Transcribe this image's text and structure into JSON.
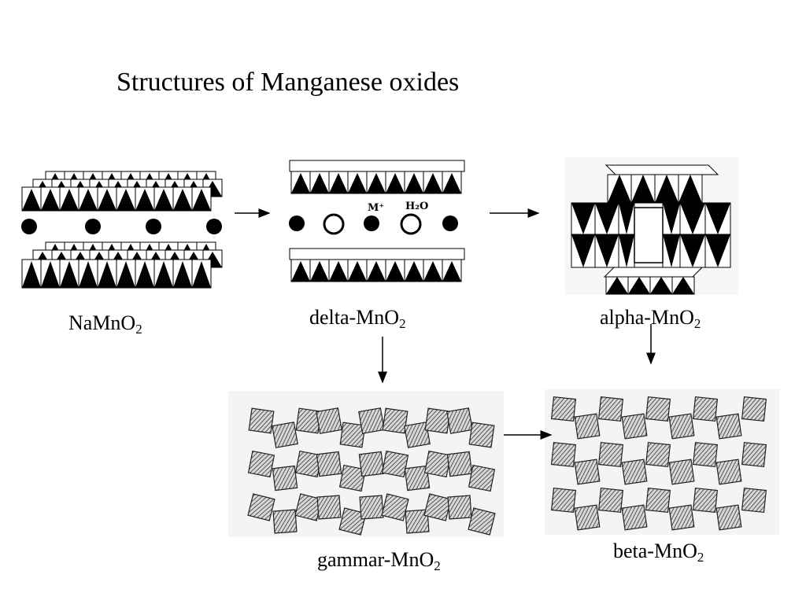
{
  "slide": {
    "title": "Structures of Manganese oxides"
  },
  "structures": [
    {
      "key": "namno2",
      "prefix": "NaMnO",
      "subscript": "2"
    },
    {
      "key": "delta",
      "prefix": "delta-MnO",
      "subscript": "2"
    },
    {
      "key": "alpha",
      "prefix": "alpha-MnO",
      "subscript": "2"
    },
    {
      "key": "gammar",
      "prefix": "gammar-MnO",
      "subscript": "2"
    },
    {
      "key": "beta",
      "prefix": "beta-MnO",
      "subscript": "2"
    }
  ],
  "delta_annotations": {
    "cation": "M⁺",
    "water": "H₂O"
  },
  "colors": {
    "background": "#ffffff",
    "ink": "#000000",
    "shade": "#7a7a7a",
    "panel": "#f2f2f2"
  }
}
